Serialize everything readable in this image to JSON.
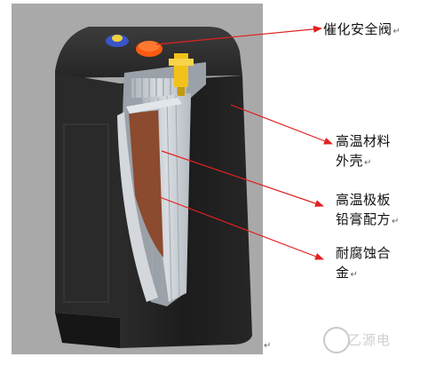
{
  "labels": {
    "valve": {
      "line1": "催化安全阀",
      "mark": "↵"
    },
    "shell": {
      "line1": "高温材料",
      "line2": "外壳",
      "mark": "↵"
    },
    "plate": {
      "line1": "高温极板",
      "line2": "铅膏配方",
      "mark": "↵"
    },
    "alloy": {
      "line1": "耐腐蚀合",
      "line2": "金",
      "mark": "↵"
    }
  },
  "bottom_mark": "↵",
  "watermark": {
    "text": "乙源电"
  },
  "colors": {
    "arrow": "#e32020",
    "casing": "#1f1f1f",
    "casing_light": "#3a3a3a",
    "background": "#a9a9a9",
    "cap_blue": "#3a55c8",
    "cap_yellow": "#f0d23a",
    "cap_orange": "#ff5a10",
    "terminal": "#f2c21a",
    "plate_gray": "#c9ced3",
    "plate_brown": "#8c4a2e"
  }
}
